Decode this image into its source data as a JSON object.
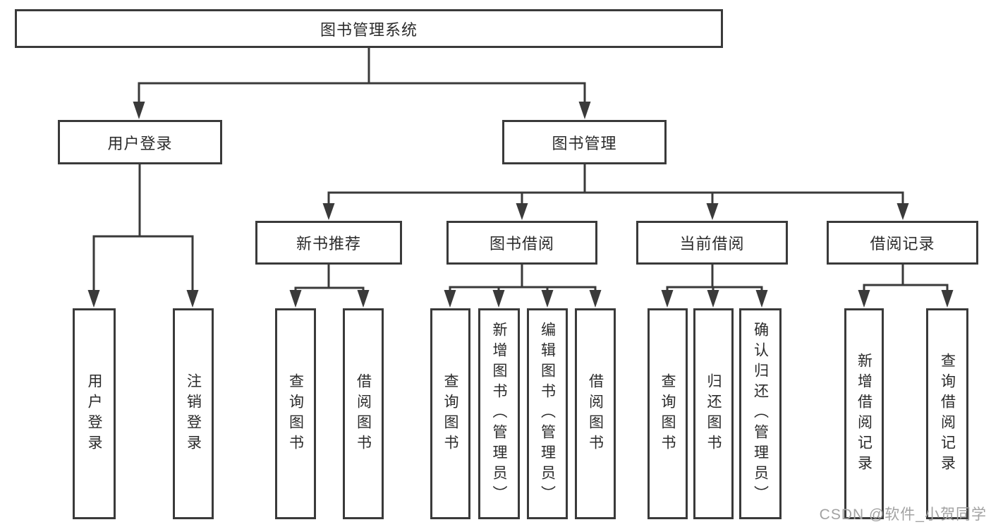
{
  "tree": {
    "label": "图书管理系统",
    "children": [
      {
        "label": "用户登录",
        "children": [
          {
            "label": "用户登录"
          },
          {
            "label": "注销登录"
          }
        ]
      },
      {
        "label": "图书管理",
        "children": [
          {
            "label": "新书推荐",
            "children": [
              {
                "label": "查询图书"
              },
              {
                "label": "借阅图书"
              }
            ]
          },
          {
            "label": "图书借阅",
            "children": [
              {
                "label": "查询图书"
              },
              {
                "label": "新增图书（管理员）"
              },
              {
                "label": "编辑图书（管理员）"
              },
              {
                "label": "借阅图书"
              }
            ]
          },
          {
            "label": "当前借阅",
            "children": [
              {
                "label": "查询图书"
              },
              {
                "label": "归还图书"
              },
              {
                "label": "确认归还（管理员）"
              }
            ]
          },
          {
            "label": "借阅记录",
            "children": [
              {
                "label": "新增借阅记录"
              },
              {
                "label": "查询借阅记录"
              }
            ]
          }
        ]
      }
    ]
  },
  "watermark": {
    "text": "CSDN @软件_小贺同学"
  },
  "colors": {
    "line": "#3a3a3a",
    "box_border": "#3a3a3a",
    "text": "#2b2b2b",
    "watermark": "#a2a2a2",
    "background": "#ffffff"
  }
}
